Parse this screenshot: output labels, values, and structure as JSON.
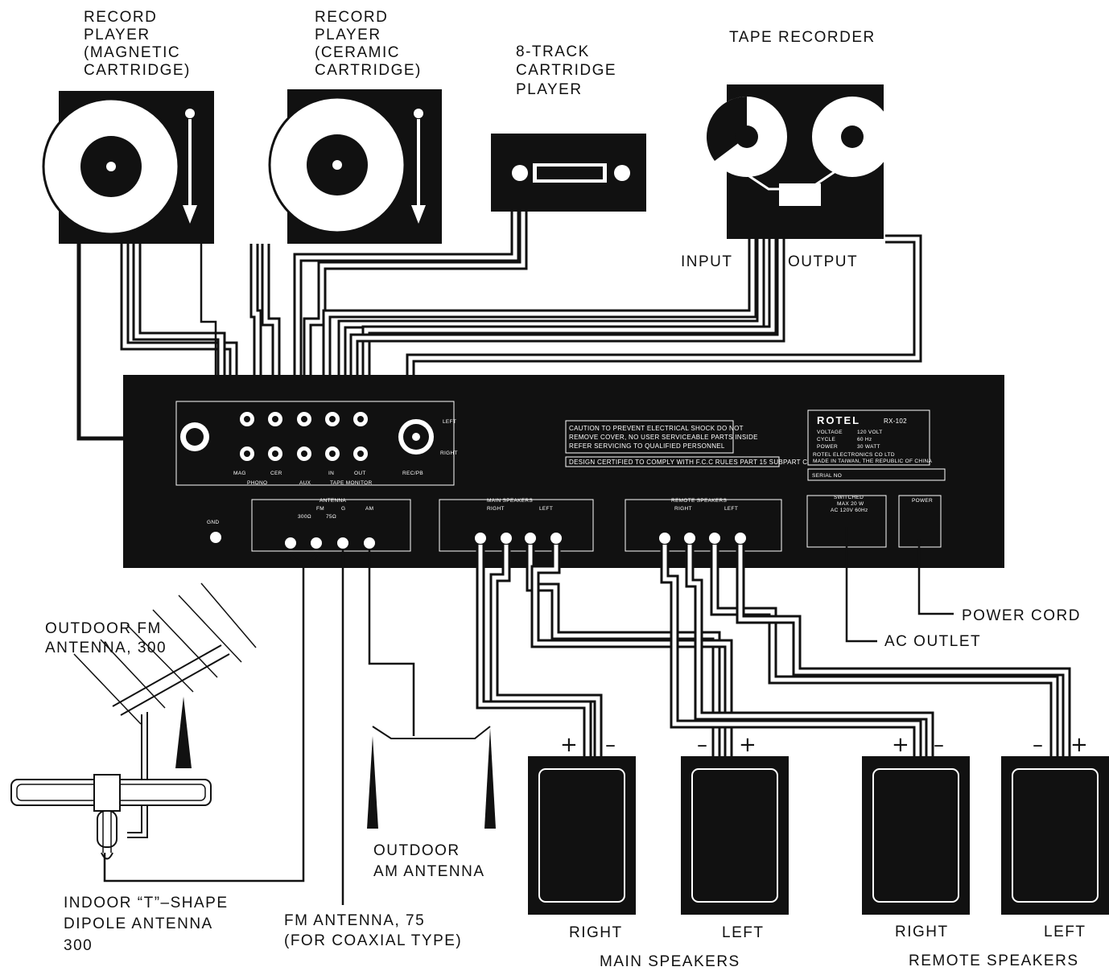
{
  "labels": {
    "record_player_mag": [
      "RECORD",
      "PLAYER",
      "(MAGNETIC",
      "CARTRIDGE)"
    ],
    "record_player_cer": [
      "RECORD",
      "PLAYER",
      "(CERAMIC",
      "CARTRIDGE)"
    ],
    "eight_track": [
      "8-TRACK",
      "CARTRIDGE",
      "PLAYER"
    ],
    "tape_recorder": "TAPE RECORDER",
    "tape_input": "INPUT",
    "tape_output": "OUTPUT",
    "outdoor_fm": [
      "OUTDOOR FM",
      "ANTENNA, 300"
    ],
    "indoor_t": [
      "INDOOR “T”–SHAPE",
      "DIPOLE ANTENNA",
      "300"
    ],
    "fm_75": [
      "FM ANTENNA, 75",
      "(FOR COAXIAL TYPE)"
    ],
    "outdoor_am": [
      "OUTDOOR",
      "AM ANTENNA"
    ],
    "power_cord": "POWER CORD",
    "ac_outlet": "AC OUTLET",
    "speaker_right": "RIGHT",
    "speaker_left": "LEFT",
    "main_speakers": "MAIN SPEAKERS",
    "remote_speakers": "REMOTE SPEAKERS",
    "plus": "+",
    "minus": "–"
  },
  "panel": {
    "caution": [
      "CAUTION TO PREVENT ELECTRICAL SHOCK DO NOT",
      "REMOVE COVER, NO USER SERVICEABLE PARTS INSIDE",
      "REFER SERVICING TO QUALIFIED PERSONNEL"
    ],
    "fcc": "DESIGN CERTIFIED TO COMPLY WITH F.C.C RULES PART 15 SUBPART C",
    "brand": "ROTEL",
    "model": "RX-102",
    "spec_keys": [
      "VOLTAGE",
      "CYCLE",
      "POWER"
    ],
    "spec_values": [
      "120 VOLT",
      "60 Hz",
      "30 WATT"
    ],
    "maker": [
      "ROTEL ELECTRONICS CO LTD",
      "MADE IN TAIWAN, THE REPUBLIC OF CHINA"
    ],
    "serial": "SERIAL NO",
    "jacks": {
      "mag": "MAG",
      "cer": "CER",
      "in": "IN",
      "out": "OUT",
      "recpb": "REC/PB",
      "phono": "PHONO",
      "aux": "AUX",
      "tape_monitor": "TAPE MONITOR",
      "left": "LEFT",
      "right": "RIGHT",
      "gnd": "GND"
    },
    "antenna": {
      "title": "ANTENNA",
      "fm": "FM",
      "g": "G",
      "am": "AM",
      "ohm300": "300Ω",
      "ohm75": "75Ω"
    },
    "main_speakers": {
      "title": "MAIN SPEAKERS",
      "right": "RIGHT",
      "left": "LEFT"
    },
    "remote_speakers": {
      "title": "REMOTE SPEAKERS",
      "right": "RIGHT",
      "left": "LEFT"
    },
    "outlet": [
      "SWITCHED",
      "MAX 20 W",
      "AC 120V 60Hz"
    ],
    "power": "POWER"
  },
  "colors": {
    "ink": "#111111",
    "paper": "#ffffff"
  }
}
